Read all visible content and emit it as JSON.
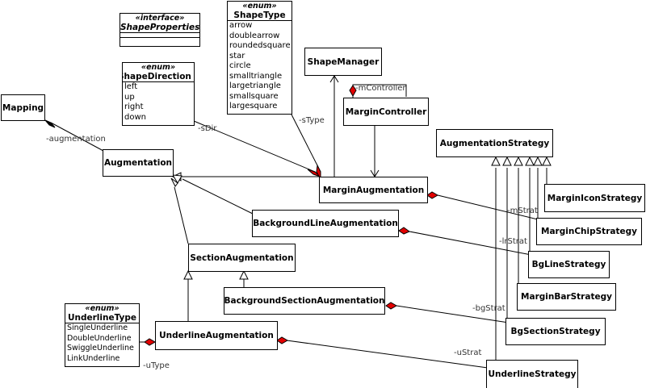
{
  "classes": {
    "shape_properties": {
      "stereotype": "«interface»",
      "name": "ShapeProperties"
    },
    "shape_type": {
      "stereotype": "«enum»",
      "name": "ShapeType",
      "literals": [
        "arrow",
        "doublearrow",
        "roundedsquare",
        "star",
        "circle",
        "smalltriangle",
        "largetriangle",
        "smallsquare",
        "largesquare"
      ]
    },
    "shape_direction": {
      "stereotype": "«enum»",
      "name": "ShapeDirection",
      "literals": [
        "left",
        "up",
        "right",
        "down"
      ]
    },
    "underline_type": {
      "stereotype": "«enum»",
      "name": "UnderlineType",
      "literals": [
        "SingleUnderline",
        "DoubleUnderline",
        "SwiggleUnderline",
        "LinkUnderline"
      ]
    },
    "mapping": "Mapping",
    "augmentation": "Augmentation",
    "shape_manager": "ShapeManager",
    "margin_controller": "MarginController",
    "margin_augmentation": "MarginAugmentation",
    "background_line_augmentation": "BackgroundLineAugmentation",
    "section_augmentation": "SectionAugmentation",
    "background_section_augmentation": "BackgroundSectionAugmentation",
    "underline_augmentation": "UnderlineAugmentation",
    "augmentation_strategy": "AugmentationStrategy",
    "margin_icon_strategy": "MarginIconStrategy",
    "margin_chip_strategy": "MarginChipStrategy",
    "bg_line_strategy": "BgLineStrategy",
    "margin_bar_strategy": "MarginBarStrategy",
    "bg_section_strategy": "BgSectionStrategy",
    "underline_strategy": "UnderlineStrategy"
  },
  "labels": {
    "augmentation": "-augmentation",
    "sdir": "-sDir",
    "stype": "-sType",
    "mcontroller": "-mController",
    "mstrat": "-mStrat",
    "lrstrat": "-lrStrat",
    "bgstrat": "-bgStrat",
    "ustrat": "-uStrat",
    "utype": "-uType"
  }
}
